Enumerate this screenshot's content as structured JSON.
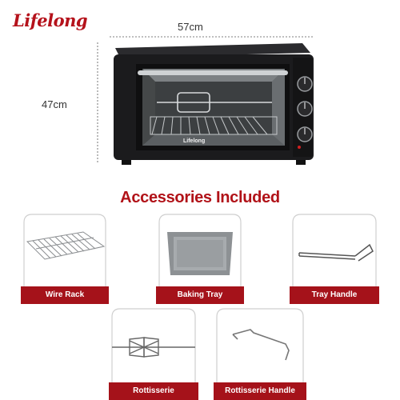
{
  "brand": {
    "logo_text": "Lifelong"
  },
  "product": {
    "oven_brand_text": "Lifelong"
  },
  "dimensions": {
    "width": "57cm",
    "height": "47cm"
  },
  "heading": "Accessories Included",
  "accessories": [
    {
      "name": "Wire Rack",
      "icon": "wire-rack-icon"
    },
    {
      "name": "Baking Tray",
      "icon": "baking-tray-icon"
    },
    {
      "name": "Tray Handle",
      "icon": "tray-handle-icon"
    },
    {
      "name": "Rottisserie",
      "icon": "rotisserie-icon"
    },
    {
      "name": "Rottisserie Handle",
      "icon": "rotisserie-handle-icon"
    }
  ],
  "colors": {
    "accent": "#a5121a",
    "oven_body": "#1b1b1d"
  }
}
